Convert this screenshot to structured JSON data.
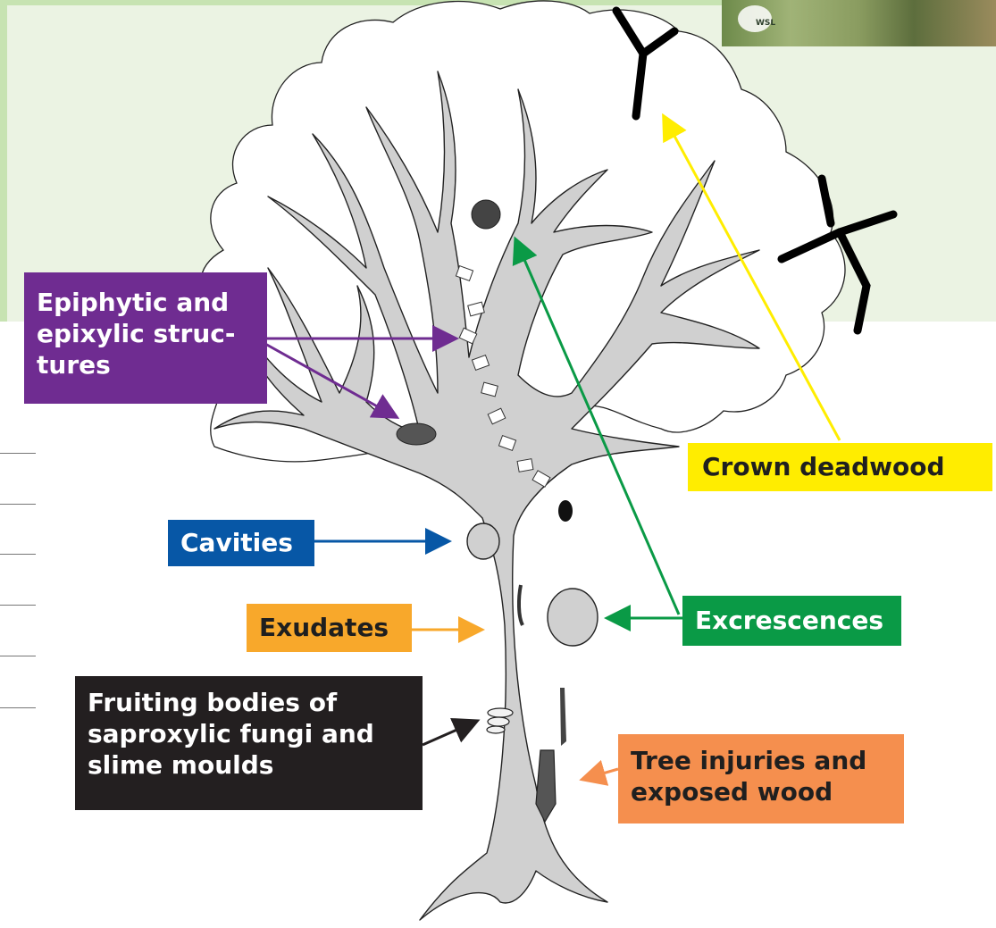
{
  "labels": {
    "epiphytic": [
      "Epiphytic and",
      "epixylic struc-",
      "tures"
    ],
    "crown_deadwood": "Crown deadwood",
    "cavities": "Cavities",
    "exudates": "Exudates",
    "excrescences": "Excrescences",
    "fruiting": [
      "Fruiting bodies of",
      "saproxylic fungi and",
      "slime moulds"
    ],
    "injuries": [
      "Tree injuries and",
      "exposed wood"
    ]
  },
  "logo": {
    "text": "WSL"
  },
  "colors": {
    "epiphytic": "#6f2c91",
    "crown_deadwood": "#ffed00",
    "cavities": "#0757a6",
    "exudates": "#f8a82b",
    "excrescences": "#0a9a46",
    "fruiting": "#231f20",
    "injuries": "#f58f4e",
    "tree_fill": "#d0d0d0",
    "deadwood": "#000000"
  }
}
